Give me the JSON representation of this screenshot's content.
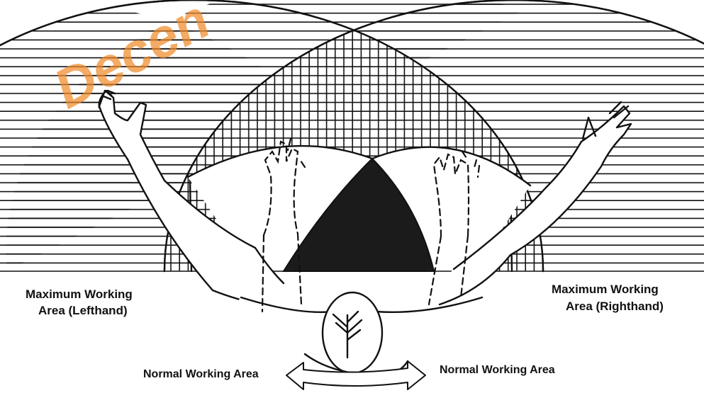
{
  "watermark": {
    "text": "Decen",
    "color": "#f08a2a"
  },
  "labels": {
    "max_left": [
      "Maximum Working",
      "Area (Lefthand)"
    ],
    "max_right": [
      "Maximum Working",
      "Area (Righthand)"
    ],
    "normal_left": "Normal Working Area",
    "normal_right": "Normal Working Area"
  },
  "colors": {
    "ink": "#111111",
    "background": "#ffffff",
    "overlap_fill": "#1b1b1b"
  }
}
